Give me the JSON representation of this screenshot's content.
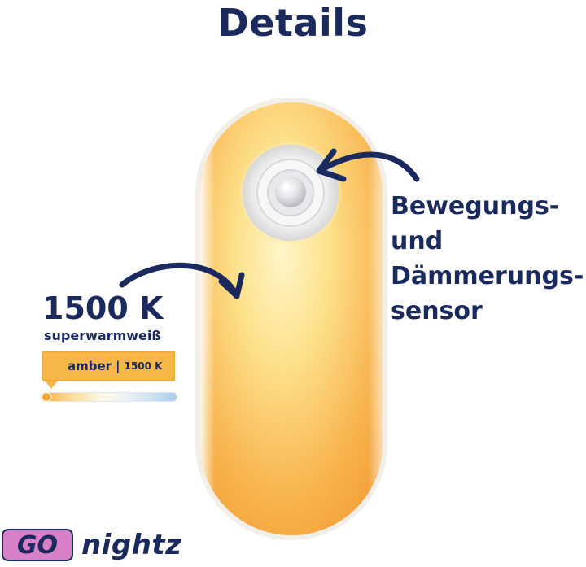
{
  "title": "Details",
  "sensor_label": {
    "lines": [
      "Bewegungs-",
      "und",
      "Dämmerungs-",
      "sensor"
    ]
  },
  "color_temperature": {
    "value": "1500 K",
    "description": "superwarmweiß",
    "badge_main": "amber",
    "badge_separator": "|",
    "badge_small": "1500 K"
  },
  "logo": {
    "mark": "GO",
    "name": "nightz"
  },
  "colors": {
    "navy": "#1b2a5e",
    "amber": "#f7b64a",
    "logo_pink": "#d77fc7"
  }
}
